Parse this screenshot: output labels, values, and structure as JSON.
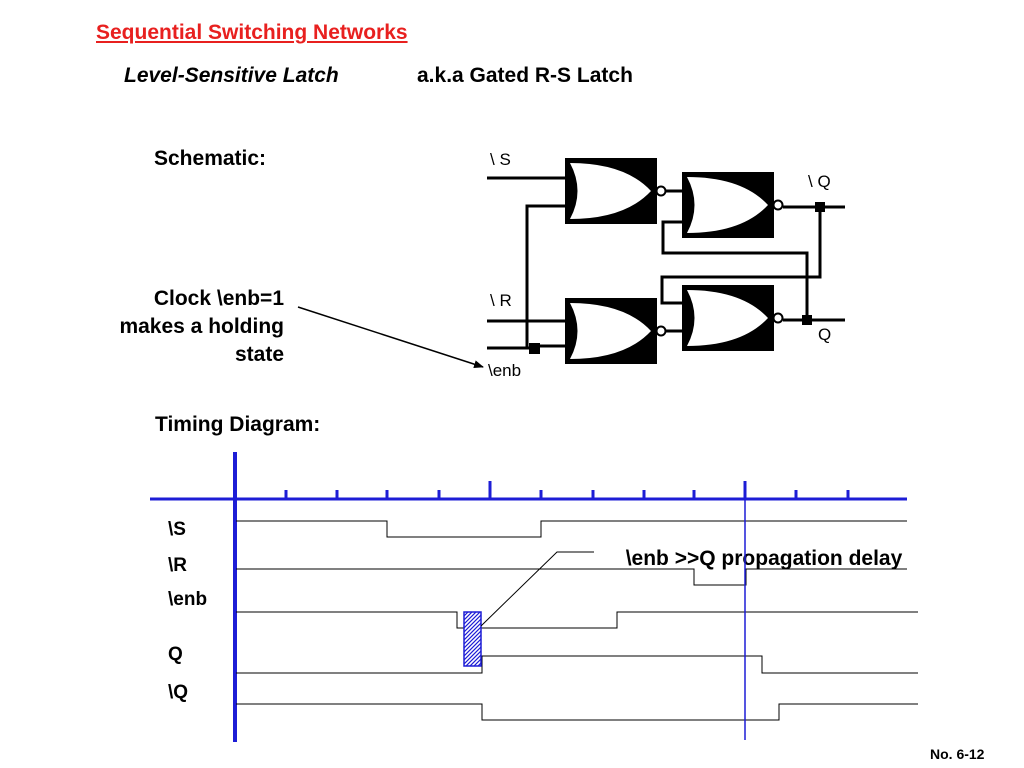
{
  "title": "Sequential Switching Networks",
  "subtitle_italic": "Level-Sensitive Latch",
  "subtitle_aka": "a.k.a Gated R-S Latch",
  "schematic_label": "Schematic:",
  "clock_note": "Clock \\enb=1 makes a holding state",
  "pins": {
    "s": "\\ S",
    "q_bar": "\\ Q",
    "r": "\\ R",
    "q": "Q",
    "enb": "\\enb"
  },
  "timing_label": "Timing Diagram:",
  "signals": {
    "s": "\\S",
    "r": "\\R",
    "enb": "\\enb",
    "q": "Q",
    "q_bar": "\\Q"
  },
  "propagation_note": "\\enb >>Q propagation delay",
  "page_number": "No. 6-12",
  "colors": {
    "title": "#e8201f",
    "timeline": "#1d1dd6",
    "marker": "#1d1dd6",
    "grid": "#000000"
  }
}
